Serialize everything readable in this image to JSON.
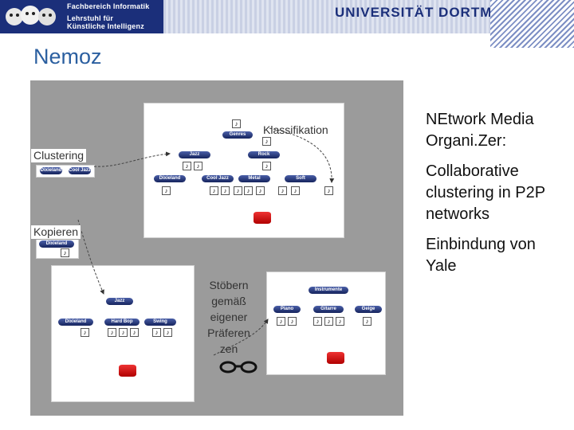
{
  "header": {
    "faculty_line1": "Fachbereich Informatik",
    "faculty_line2": "Lehrstuhl für",
    "faculty_line3": "Künstliche Intelligenz",
    "university": "UNIVERSITÄT DORTMUND"
  },
  "slide": {
    "title": "Nemoz"
  },
  "figure": {
    "klassifikation": "Klassifikation",
    "clustering": "Clustering",
    "kopieren": "Kopieren",
    "stoebern_lines": [
      "Stöbern",
      "gemäß",
      "eigener",
      "Präferen",
      "zen"
    ],
    "tree1": {
      "root": "Genres",
      "level1": [
        "Jazz",
        "Rock"
      ],
      "level2": [
        "Dixieland",
        "Cool Jazz",
        "Metal",
        "Soft"
      ]
    },
    "clustering_box": [
      "Dixieland",
      "Cool Jazz"
    ],
    "kopieren_box": [
      "Dixieland"
    ],
    "tree2": {
      "root": "Jazz",
      "level1": [
        "Dixieland",
        "Hard Bop",
        "Swing"
      ]
    },
    "tree3": {
      "root": "Instrumente",
      "level1": [
        "Piano",
        "Gitarre",
        "Geige"
      ]
    },
    "music_glyph": "♪"
  },
  "bullets": [
    "NEtwork Media Organi.Zer:",
    "Collaborative clustering in P2P networks",
    "Einbindung von Yale"
  ]
}
